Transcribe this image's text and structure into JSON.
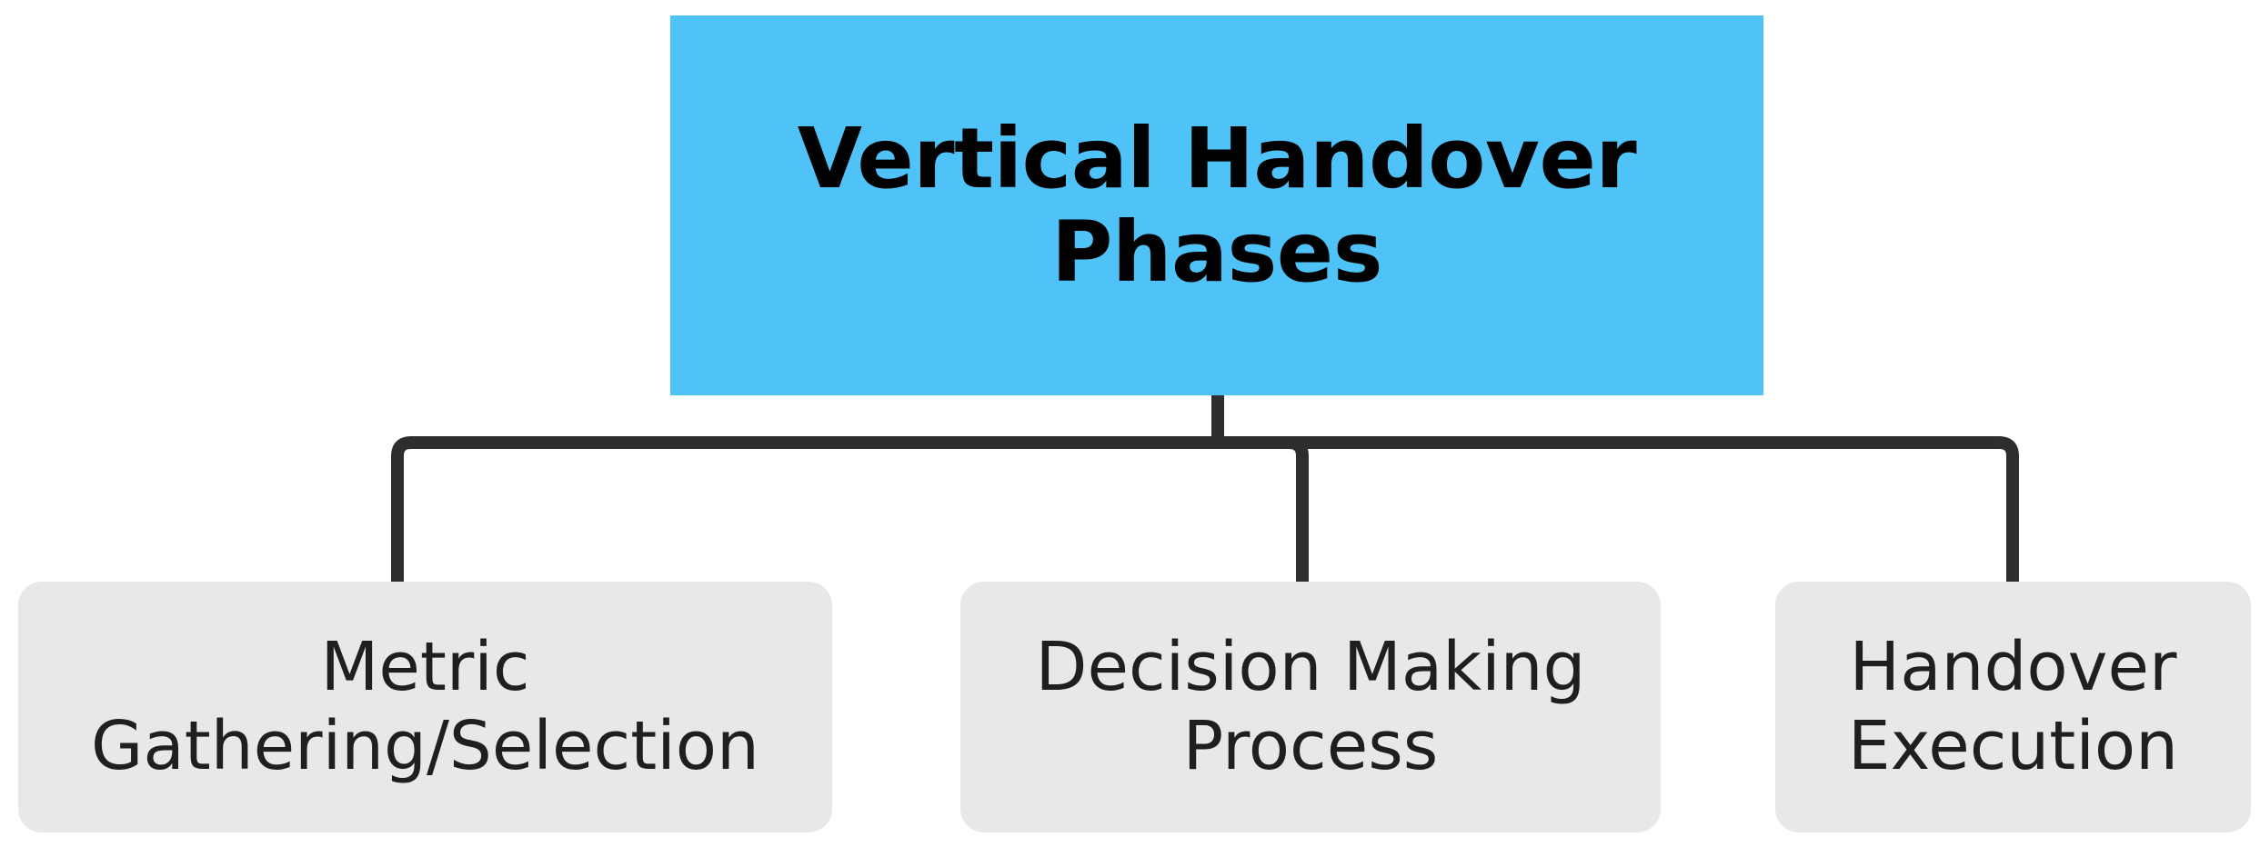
{
  "diagram": {
    "type": "hierarchy-tree",
    "title": "Vertical Handover Phases",
    "background_color": "#FFFFFF",
    "root": {
      "label": "Vertical Handover\nPhases",
      "fill_color": "#4FC3F7",
      "text_color": "#000000",
      "shape": "rectangle"
    },
    "connector": {
      "color": "#2E2E2E",
      "stroke_width": 14,
      "style": "orthogonal-elbow"
    },
    "children": [
      {
        "label": "Metric\nGathering/Selection",
        "fill_color": "#E8E8E8",
        "text_color": "#1F1F1F",
        "shape": "rounded-rectangle"
      },
      {
        "label": "Decision Making\nProcess",
        "fill_color": "#E8E8E8",
        "text_color": "#1F1F1F",
        "shape": "rounded-rectangle"
      },
      {
        "label": "Handover\nExecution",
        "fill_color": "#E8E8E8",
        "text_color": "#1F1F1F",
        "shape": "rounded-rectangle"
      }
    ]
  }
}
